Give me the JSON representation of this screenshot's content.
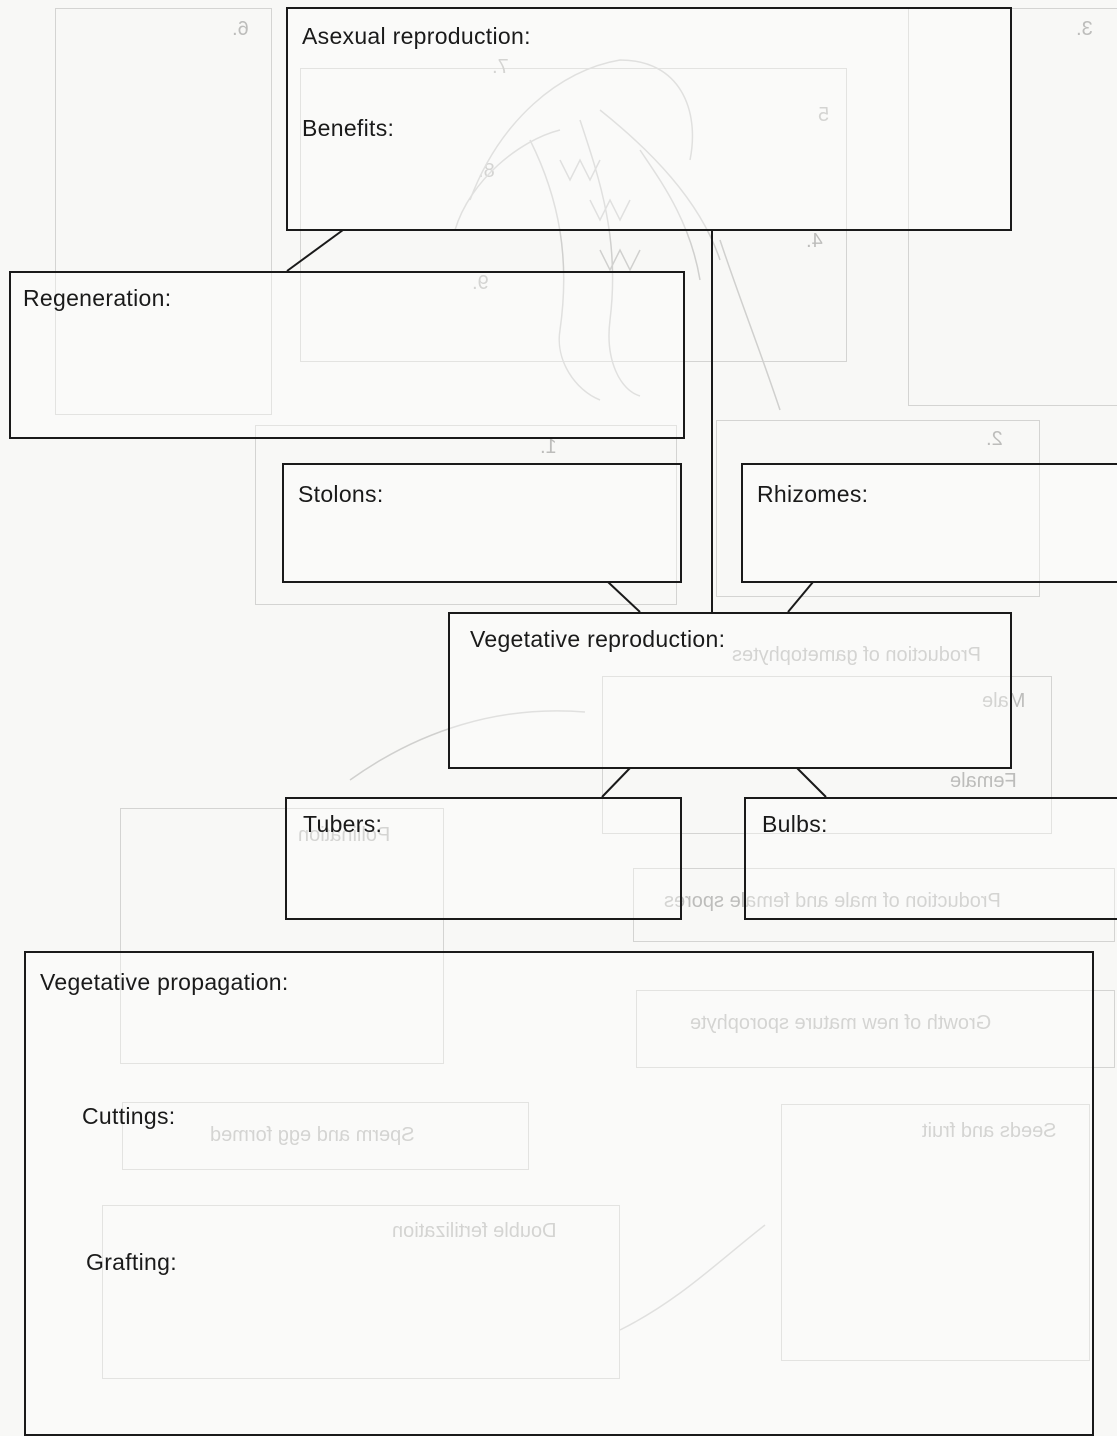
{
  "worksheet": {
    "asexual_box": {
      "title": "Asexual reproduction:",
      "benefits_label": "Benefits:"
    },
    "regeneration_box": {
      "title": "Regeneration:"
    },
    "stolons_box": {
      "title": "Stolons:"
    },
    "rhizomes_box": {
      "title": "Rhizomes:"
    },
    "vegetative_reproduction_box": {
      "title": "Vegetative reproduction:"
    },
    "tubers_box": {
      "title": "Tubers:"
    },
    "bulbs_box": {
      "title": "Bulbs:"
    },
    "vegetative_propagation_box": {
      "title": "Vegetative propagation:",
      "cuttings_label": "Cuttings:",
      "grafting_label": "Grafting:"
    }
  },
  "bleed_through": {
    "numbers": [
      "6.",
      "7.",
      "5",
      "8.",
      "4.",
      "9.",
      "3.",
      "2.",
      "1."
    ],
    "texts": [
      "Production of gametophytes",
      "Male",
      "Female",
      "Pollination",
      "Production of male and female spores",
      "Growth of new mature sporophyte",
      "Seeds and fruit",
      "Sperm and egg formed",
      "Double fertilization"
    ]
  }
}
